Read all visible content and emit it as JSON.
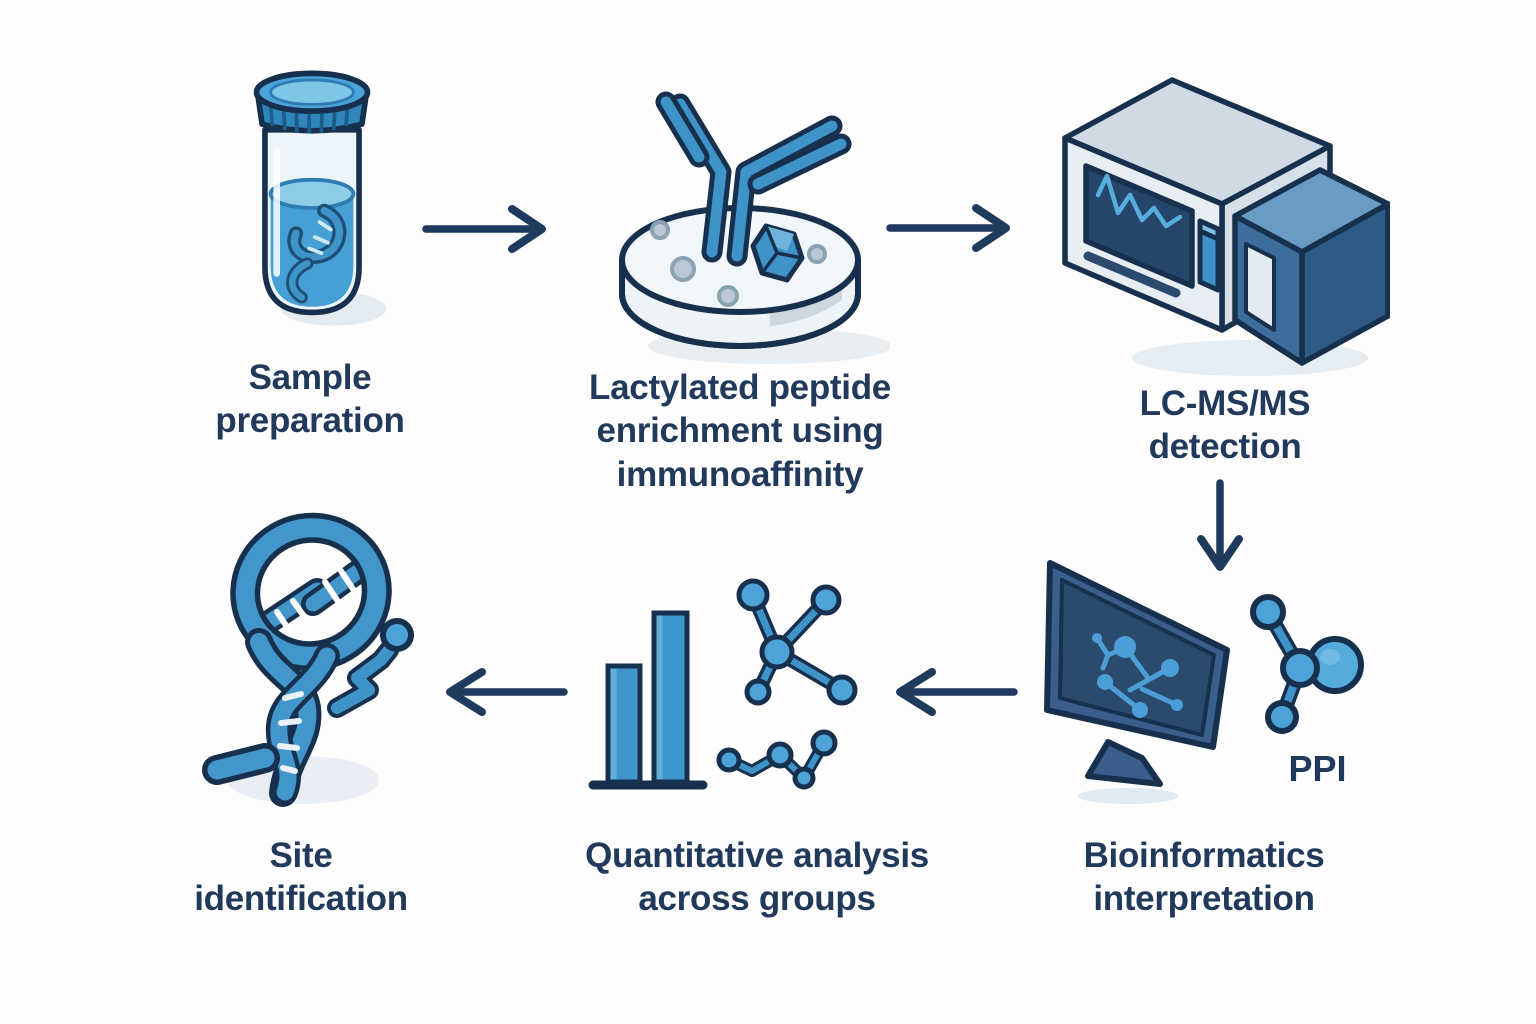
{
  "diagram": {
    "type": "workflow",
    "background": "#fdfdfd",
    "palette": {
      "outline_navy": "#17304d",
      "arrow_navy": "#1e3a5c",
      "text_navy": "#21395a",
      "blue_mid": "#3e93c8",
      "blue_bright": "#4da3d8",
      "blue_light": "#8ecde8",
      "blue_deep": "#2e7cb3",
      "slate_blue": "#3a5f8c",
      "screen_navy": "#2a4a6e",
      "machine_gray": "#e7edf3",
      "shadow_gray": "#e8eef3"
    },
    "steps": [
      {
        "id": "sample-preparation",
        "label": "Sample\npreparation",
        "icon": "sample-tube-icon"
      },
      {
        "id": "peptide-enrichment",
        "label": "Lactylated peptide\nenrichment using\nimmunoaffinity",
        "icon": "petri-dish-antibody-icon"
      },
      {
        "id": "lcmsms-detection",
        "label": "LC-MS/MS\ndetection",
        "icon": "mass-spectrometer-icon"
      },
      {
        "id": "bioinformatics-interpretation",
        "label": "Bioinformatics\ninterpretation",
        "icon": "monitor-network-icon",
        "annotation": "PPI"
      },
      {
        "id": "quantitative-analysis",
        "label": "Quantitative analysis\nacross groups",
        "icon": "bar-chart-network-icon"
      },
      {
        "id": "site-identification",
        "label": "Site\nidentification",
        "icon": "dna-site-marker-icon"
      }
    ],
    "flow": [
      {
        "from": "sample-preparation",
        "to": "peptide-enrichment",
        "direction": "right"
      },
      {
        "from": "peptide-enrichment",
        "to": "lcmsms-detection",
        "direction": "right"
      },
      {
        "from": "lcmsms-detection",
        "to": "bioinformatics-interpretation",
        "direction": "down"
      },
      {
        "from": "bioinformatics-interpretation",
        "to": "quantitative-analysis",
        "direction": "left"
      },
      {
        "from": "quantitative-analysis",
        "to": "site-identification",
        "direction": "left"
      }
    ],
    "ppi_label": "PPI"
  }
}
